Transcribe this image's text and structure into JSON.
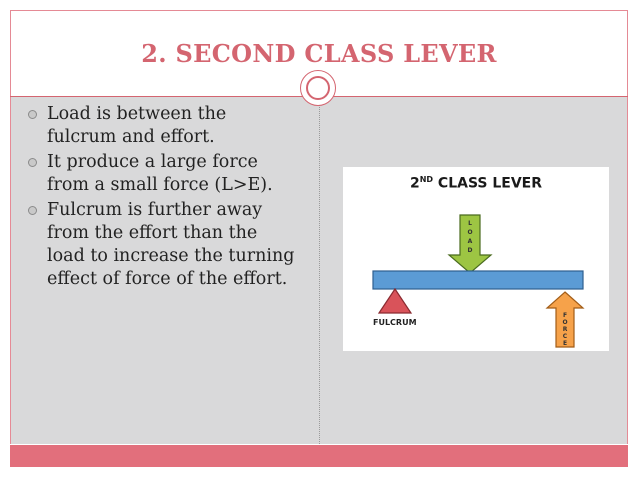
{
  "slide": {
    "title": "2. SECOND CLASS LEVER",
    "bullets": [
      "Load is between the fulcrum and effort.",
      "It produce a large force from a small force (L>E).",
      "Fulcrum is further away from the effort than the load to increase the turning effect of force of the effort."
    ]
  },
  "figure": {
    "title_number": "2",
    "title_superscript": "ND",
    "title_rest": "CLASS LEVER",
    "load_label": "LOAD",
    "force_label": "FORCE",
    "fulcrum_label": "FULCRUM",
    "colors": {
      "beam": "#5b9bd5",
      "load_arrow": "#9dc543",
      "force_arrow": "#f6a24a",
      "fulcrum": "#d9535a"
    }
  },
  "theme": {
    "accent": "#d46570",
    "content_bg": "#d9d9da",
    "bar": "#e26f7c"
  }
}
